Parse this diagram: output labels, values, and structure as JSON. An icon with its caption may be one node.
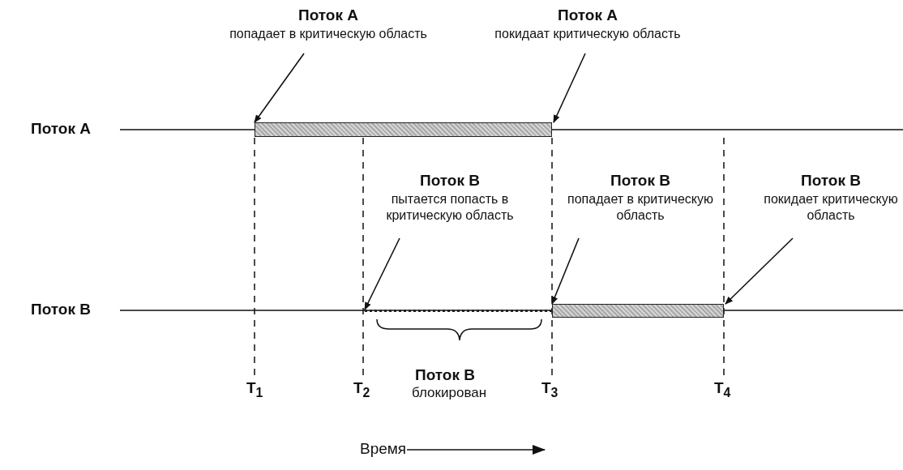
{
  "diagram": {
    "nodes": [
      {
        "text": [
          "Поток А",
          "попадает в критическую область"
        ]
      },
      {
        "text": [
          "Поток А",
          "покидаат критическую область"
        ]
      },
      {
        "text": [
          "Поток В",
          "пытается попасть в критическую область"
        ]
      },
      {
        "text": [
          "Поток В",
          "попадает в критическую область"
        ]
      },
      {
        "text": [
          "Поток В",
          "покидает критическую область"
        ]
      },
      {
        "text": [],
        "shape": "bar"
      },
      {
        "text": [],
        "shape": "line"
      },
      {
        "text": [],
        "shape": "bar"
      }
    ],
    "edges": [
      {
        "from": 0,
        "to": 5,
        "arrow": "to"
      },
      {
        "from": 1,
        "to": 5,
        "arrow": "to"
      },
      {
        "from": 2,
        "to": 6,
        "arrow": "to"
      },
      {
        "from": 3,
        "to": 7,
        "arrow": "to"
      },
      {
        "from": 4,
        "to": 7,
        "arrow": "to"
      }
    ],
    "labels": [
      "Поток А",
      "Поток В",
      "Поток В",
      "T$_{1}$",
      "T$_{2}$",
      "блокирован",
      "T$_{3}$",
      "T$_{4}$",
      "Время"
    ]
  }
}
